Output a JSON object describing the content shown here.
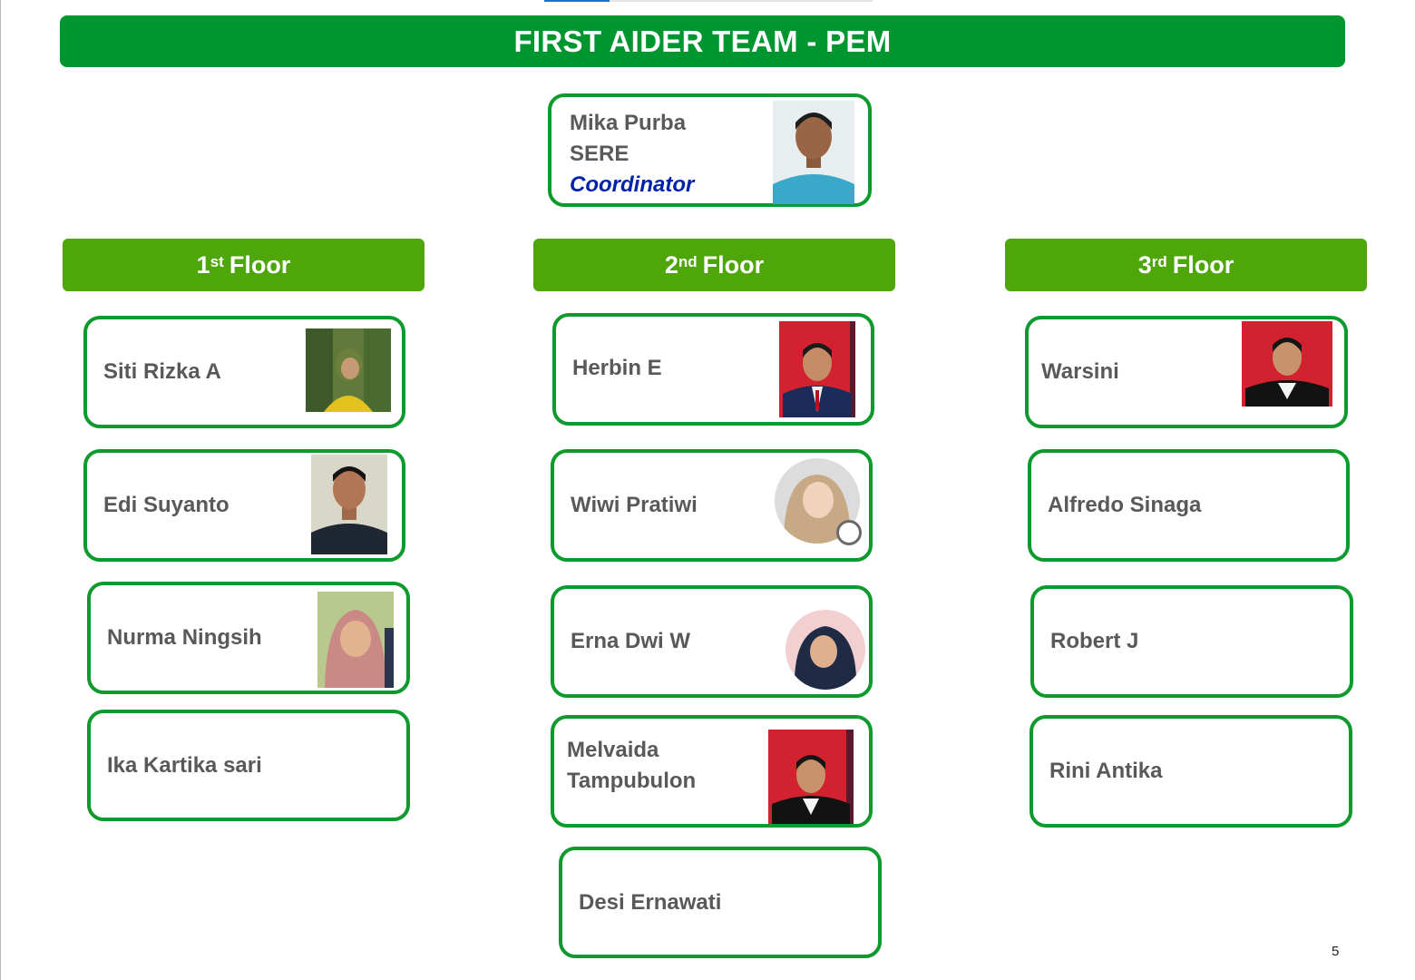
{
  "title": "FIRST AIDER TEAM - PEM",
  "coordinator": {
    "name": "Mika Purba",
    "dept": "SERE",
    "role": "Coordinator"
  },
  "floors": [
    {
      "ordinal": "1",
      "suffix": "st",
      "label": "Floor",
      "members": [
        "Siti Rizka A",
        "Edi Suyanto",
        "Nurma Ningsih",
        "Ika Kartika sari"
      ]
    },
    {
      "ordinal": "2",
      "suffix": "nd",
      "label": "Floor",
      "members": [
        "Herbin E",
        "Wiwi Pratiwi",
        "Erna Dwi W",
        "Melvaida",
        "Tampubulon",
        "Desi Ernawati"
      ]
    },
    {
      "ordinal": "3",
      "suffix": "rd",
      "label": "Floor",
      "members": [
        "Warsini",
        "Alfredo Sinaga",
        "Robert J",
        "Rini Antika"
      ]
    }
  ],
  "page_number": "5",
  "colors": {
    "title_bg": "#00962f",
    "floor_bg": "#4ea60a",
    "card_border": "#0f9a2e",
    "role_text": "#0022aa"
  }
}
